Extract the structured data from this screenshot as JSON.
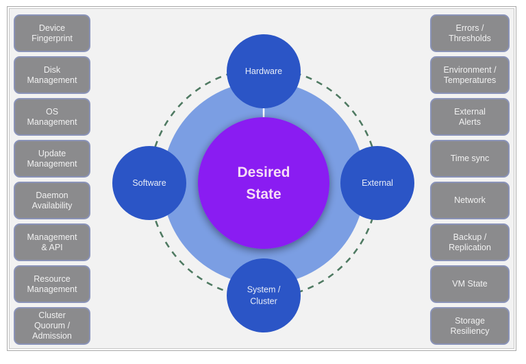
{
  "colors": {
    "frame_bg": "#f2f2f2",
    "box_fill": "#8b8b8d",
    "box_border": "#8a93b8",
    "box_text": "#f1f1f1",
    "ring_fill": "#7b9ee3",
    "core_fill": "#8a1ff2",
    "satellite_fill": "#2b55c6",
    "dash_color": "#4f7a62"
  },
  "left_column": [
    {
      "label": "Device\nFingerprint"
    },
    {
      "label": "Disk\nManagement"
    },
    {
      "label": "OS\nManagement"
    },
    {
      "label": "Update\nManagement"
    },
    {
      "label": "Daemon\nAvailability"
    },
    {
      "label": "Management\n& API"
    },
    {
      "label": "Resource\nManagement"
    },
    {
      "label": "Cluster\nQuorum /\nAdmission"
    }
  ],
  "right_column": [
    {
      "label": "Errors /\nThresholds"
    },
    {
      "label": "Environment /\nTemperatures"
    },
    {
      "label": "External\nAlerts"
    },
    {
      "label": "Time sync"
    },
    {
      "label": "Network"
    },
    {
      "label": "Backup /\nReplication"
    },
    {
      "label": "VM State"
    },
    {
      "label": "Storage\nResiliency"
    }
  ],
  "core": {
    "lines": [
      "Desired",
      "State"
    ]
  },
  "satellites": {
    "top": {
      "lines": [
        "Hardware"
      ]
    },
    "left": {
      "lines": [
        "Software"
      ]
    },
    "right": {
      "lines": [
        "External"
      ]
    },
    "bottom": {
      "lines": [
        "System /",
        "Cluster"
      ]
    }
  }
}
